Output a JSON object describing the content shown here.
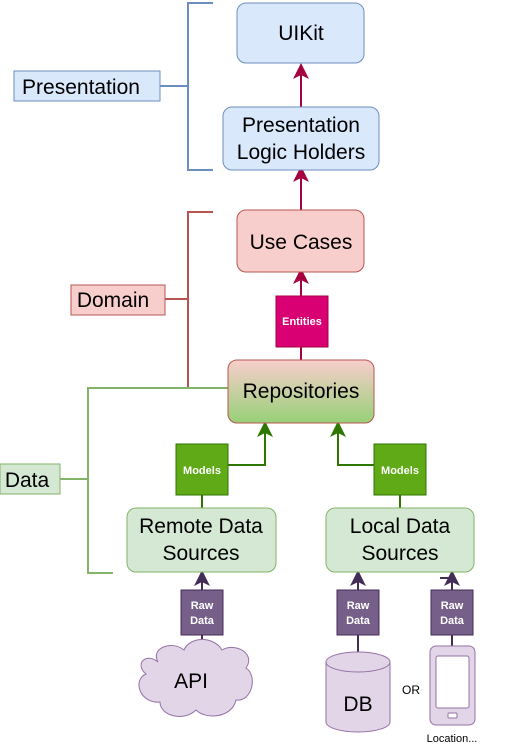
{
  "layers": {
    "presentation": "Presentation",
    "domain": "Domain",
    "data": "Data"
  },
  "nodes": {
    "uikit": "UIKit",
    "plh_line1": "Presentation",
    "plh_line2": "Logic Holders",
    "use_cases": "Use Cases",
    "repositories": "Repositories",
    "remote_line1": "Remote Data",
    "remote_line2": "Sources",
    "local_line1": "Local Data",
    "local_line2": "Sources",
    "api": "API",
    "db": "DB",
    "location": "Location..."
  },
  "tags": {
    "entities": "Entities",
    "models": "Models",
    "raw_line1": "Raw",
    "raw_line2": "Data"
  },
  "or_text": "OR",
  "colors": {
    "presentation_fill": "#dae8fc",
    "presentation_stroke": "#6c8ebf",
    "domain_fill": "#f8cecc",
    "domain_stroke": "#b85450",
    "data_fill": "#d5e8d4",
    "data_stroke": "#82b366",
    "entities_fill": "#d80073",
    "models_fill": "#60a917",
    "models_stroke": "#2d7600",
    "raw_fill": "#76608a",
    "raw_stroke": "#432d57",
    "source_fill": "#e1d5e7",
    "source_stroke": "#9673a6",
    "arrow_domain": "#a50040"
  }
}
